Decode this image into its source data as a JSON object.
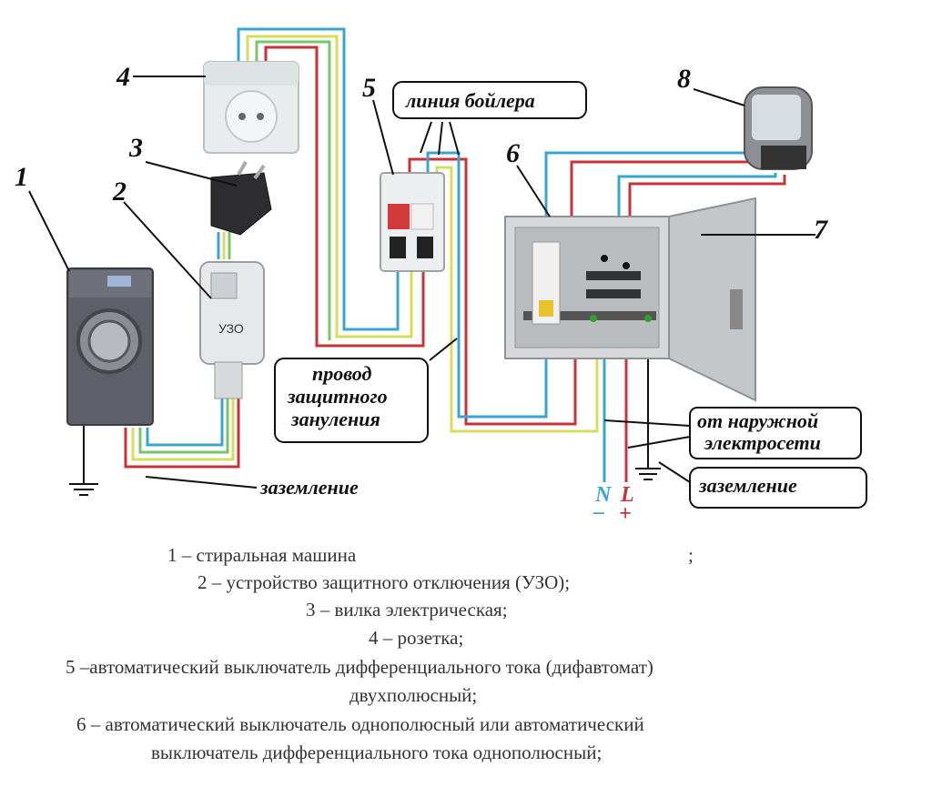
{
  "diagram": {
    "callout_numbers": [
      "1",
      "2",
      "3",
      "4",
      "5",
      "6",
      "7",
      "8"
    ],
    "labels": {
      "boiler_line": "линия бойлера",
      "protective_wire_1": "провод",
      "protective_wire_2": "защитного",
      "protective_wire_3": "зануления",
      "external_grid_1": "от наружной",
      "external_grid_2": "электросети",
      "grounding_right": "заземление",
      "grounding_left": "заземление",
      "rcd_text": "УЗО",
      "neutral": "N",
      "phase": "L",
      "minus": "–",
      "plus": "+"
    },
    "wire_colors": {
      "blue": "#3aa6d0",
      "yellow": "#d7dc5a",
      "green": "#7ac36a",
      "red": "#c8323a",
      "ground": "#111111"
    }
  },
  "legend": [
    {
      "text": "1 – стиральная машина",
      "suffix": ";"
    },
    {
      "text": "2 – устройство защитного отключения (УЗО);"
    },
    {
      "text": "3 – вилка электрическая;"
    },
    {
      "text": "4 – розетка;"
    },
    {
      "text": "5 –автоматический выключатель дифференциального тока (дифавтомат)"
    },
    {
      "text": "двухполюсный;"
    },
    {
      "text": "6 – автоматический выключатель однополюсный или автоматический"
    },
    {
      "text": "выключатель дифференциального тока однополюсный;"
    }
  ]
}
